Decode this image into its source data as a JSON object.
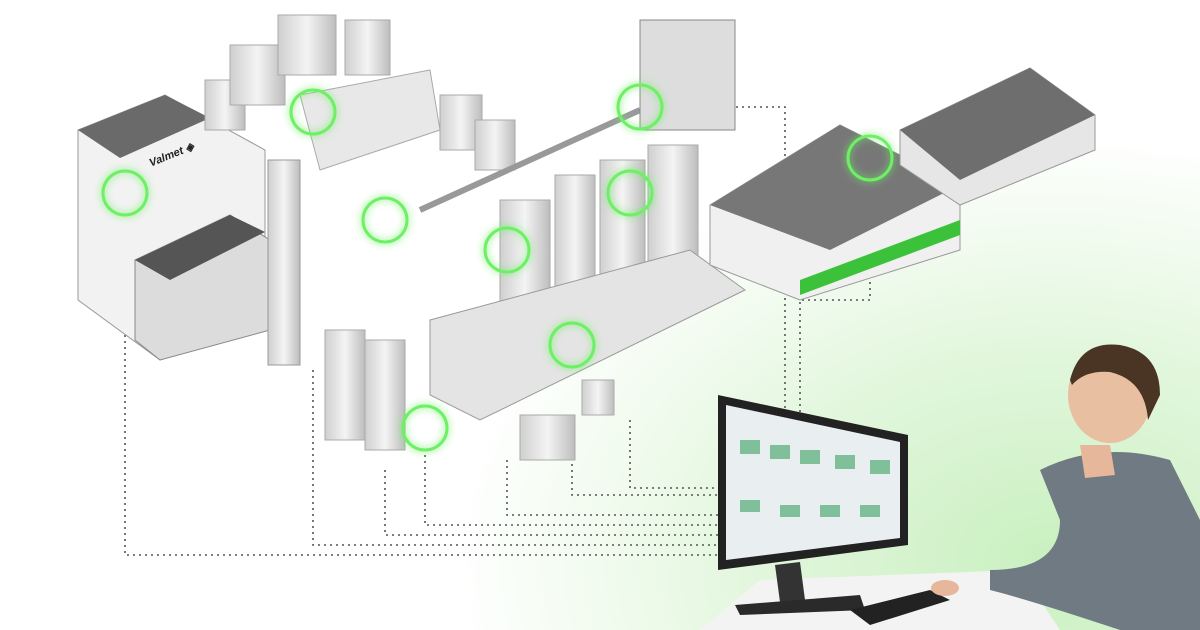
{
  "brand": {
    "logo_text": "Valmet",
    "accent_color": "#4fd44a"
  },
  "scene": {
    "hotspot_icon": "glowing-green-ring",
    "hotspot_count": 9,
    "connector_style": "dotted-line"
  }
}
